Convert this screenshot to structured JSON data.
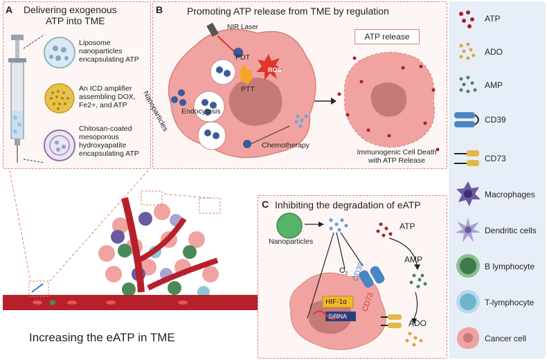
{
  "panelA": {
    "letter": "A",
    "title_line1": "Delivering exogenous",
    "title_line2": "ATP into TME",
    "items": [
      {
        "line1": "Liposome",
        "line2": "nanoparticles",
        "line3": "encapsulating ATP"
      },
      {
        "line1": "An ICD amplifier",
        "line2": "assembling DOX,",
        "line3": "Fe2+, and  ATP"
      },
      {
        "line1": "Chitosan-coated",
        "line2": "mesoporous",
        "line3": "hydroxyapatite",
        "line4": "encapsulating ATP"
      }
    ]
  },
  "panelB": {
    "letter": "B",
    "title": "Promoting ATP release from TME by regulation",
    "nir_laser": "NIR Laser",
    "pdt": "PDT",
    "ros": "ROS",
    "ptt": "PTT",
    "nanoparticles": "Nanoparticles",
    "endocytosis": "Endocytosis",
    "chemotherapy": "Chemotherapy",
    "atp_release": "ATP release",
    "icd_line1": "Immunogenic Cell Death",
    "icd_line2": "with ATP Release"
  },
  "panelC": {
    "letter": "C",
    "title": "Inhibiting the degradation of eATP",
    "nanoparticles": "Nanoparticles",
    "atp": "ATP",
    "amp": "AMP",
    "ado": "ADO",
    "o2": "O",
    "o2_sub": "2",
    "cd39": "CD39",
    "cd73": "CD73",
    "hif": "HIF-1α",
    "sirna": "SiRNA"
  },
  "bottom_caption": "Increasing the eATP in TME",
  "legend": [
    {
      "label": "ATP",
      "icon": "atp-dots-icon"
    },
    {
      "label": "ADO",
      "icon": "ado-dots-icon"
    },
    {
      "label": "AMP",
      "icon": "amp-dots-icon"
    },
    {
      "label": "CD39",
      "icon": "cd39-icon"
    },
    {
      "label": "CD73",
      "icon": "cd73-icon"
    },
    {
      "label": "Macrophages",
      "icon": "macrophage-icon"
    },
    {
      "label": "Dendritic cells",
      "icon": "dendritic-cell-icon"
    },
    {
      "label": "B lymphocyte",
      "icon": "b-lymphocyte-icon"
    },
    {
      "label": "T-lymphocyte",
      "icon": "t-lymphocyte-icon"
    },
    {
      "label": "Cancer cell",
      "icon": "cancer-cell-icon"
    }
  ],
  "colors": {
    "atp": "#a8202a",
    "ado": "#d9a441",
    "amp": "#3f8a5a",
    "cancer": "#f0a3a0",
    "vessel": "#b5202a",
    "panel_border": "#d98080",
    "legend_bg": "#e8eef7"
  }
}
